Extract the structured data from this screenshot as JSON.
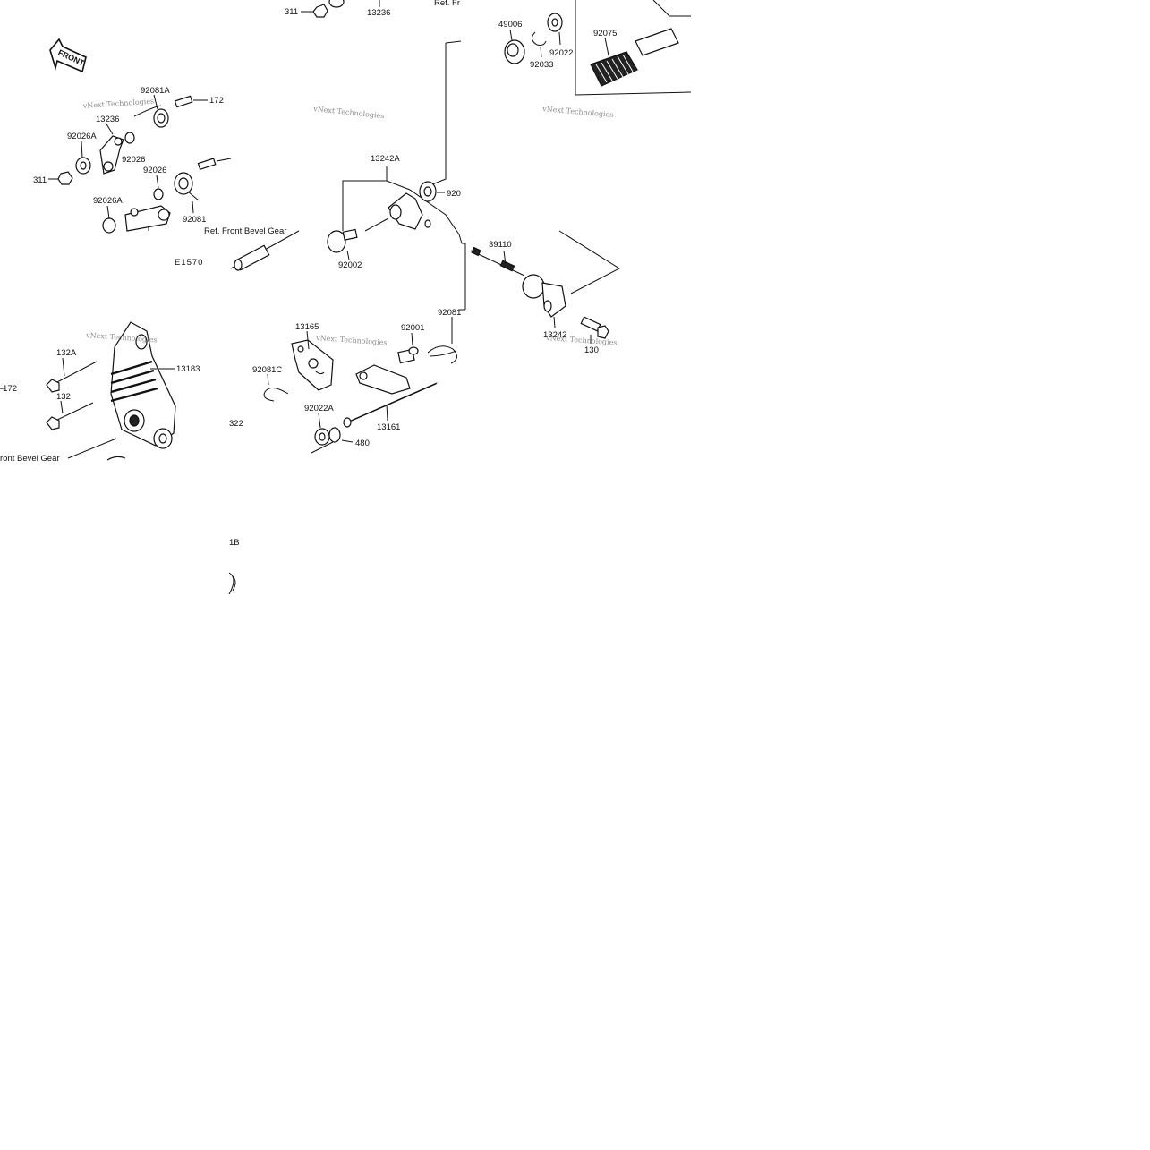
{
  "diagram": {
    "front_arrow_text": "FRONT",
    "drawing_code": "E1570",
    "references": {
      "ref_front_bevel_gear_a": "Ref. Front Bevel Gear",
      "ref_front_bevel_gear_b": "ront Bevel Gear",
      "ref_top": "Ref. Fr"
    },
    "watermarks": [
      "vNext Technologies",
      "vNext Technologies",
      "vNext Technologies",
      "vNext Technologies",
      "vNext Technologies",
      "vNext Technologies"
    ],
    "part_labels": {
      "p311_top": "311",
      "p13236_top": "13236",
      "p49006": "49006",
      "p92022_top": "92022",
      "p92033": "92033",
      "p92075": "92075",
      "p92081A": "92081A",
      "p172_top": "172",
      "p13236_left": "13236",
      "p92026A_top": "92026A",
      "p92026_a": "92026",
      "p311_left": "311",
      "p92026_b": "92026",
      "p92026A_mid": "92026A",
      "p92081_left": "92081",
      "p13242A": "13242A",
      "p920_partial": "920",
      "p92002": "92002",
      "p39110": "39110",
      "p13242": "13242",
      "p130": "130",
      "p92081_mid": "92081",
      "p92001": "92001",
      "p13165": "13165",
      "p92081C": "92081C",
      "p92022A": "92022A",
      "p480": "480",
      "p13161": "13161",
      "p132A": "132A",
      "p132": "132",
      "p13183": "13183",
      "p172_left": "-172",
      "p322_partial": "322",
      "p1B_partial": "1B"
    }
  }
}
